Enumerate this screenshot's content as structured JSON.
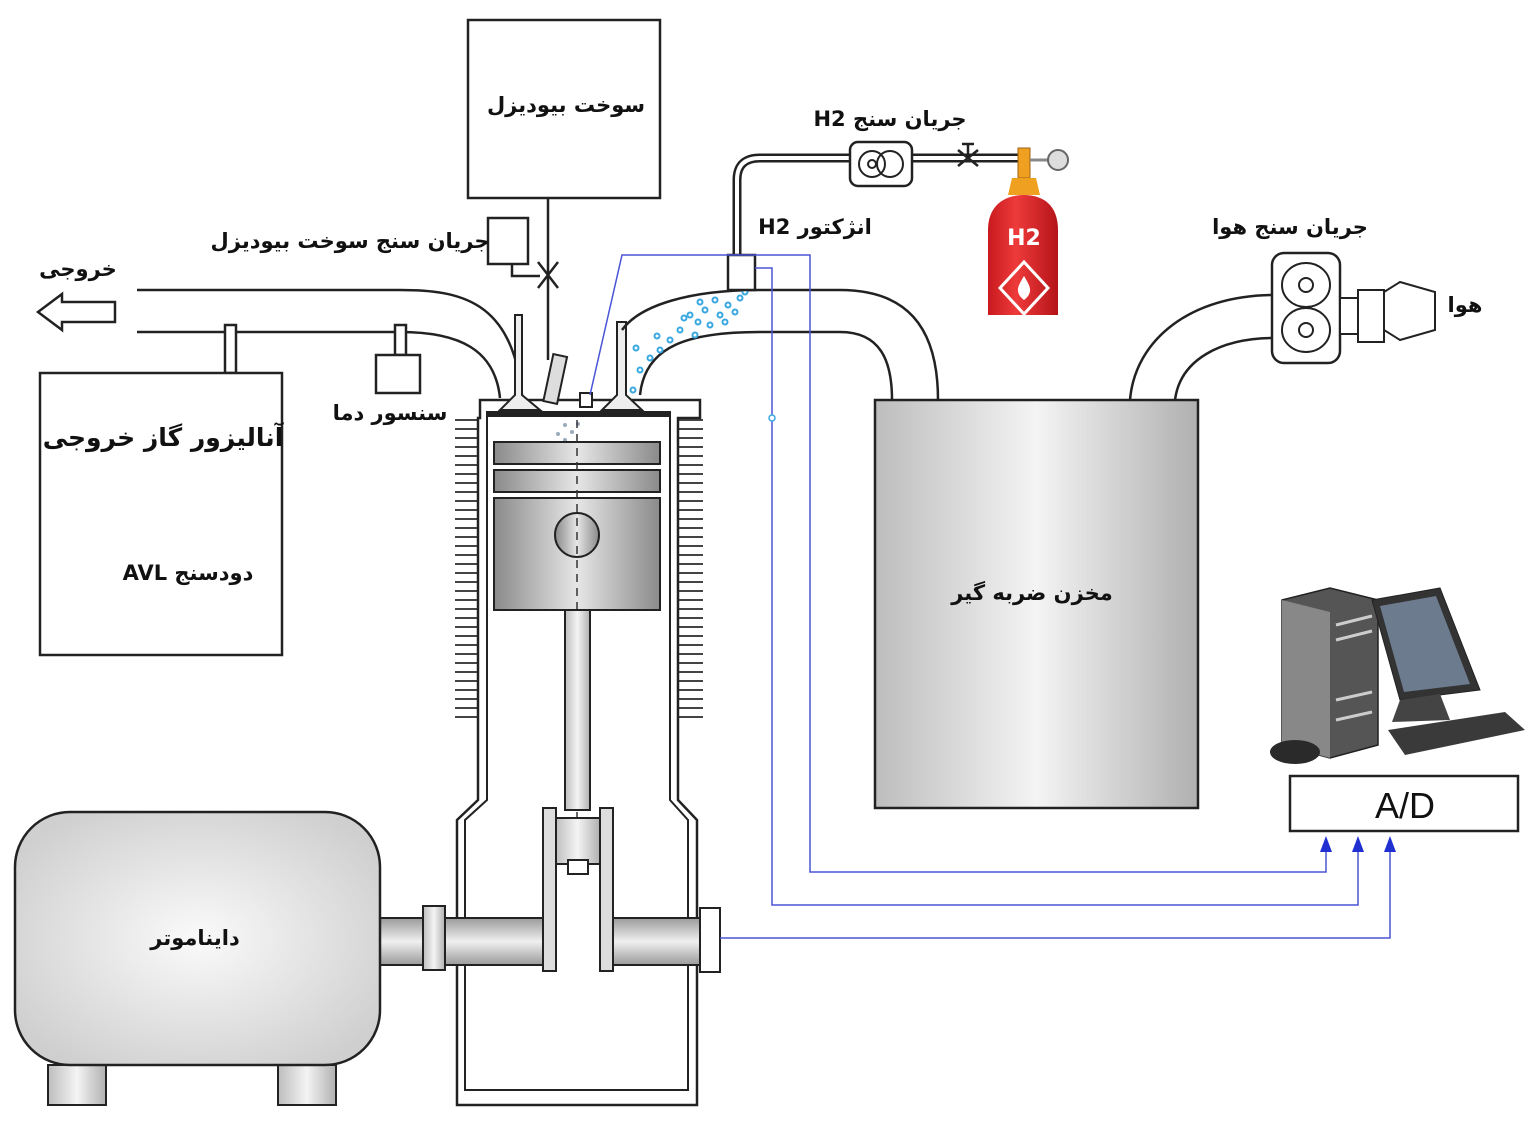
{
  "labels": {
    "biodiesel_tank": "سوخت بیودیزل",
    "biodiesel_flowmeter": "جریان سنج سوخت بیودیزل",
    "exhaust": "خروجی",
    "gas_analyzer": "آنالیزور گاز خروجی",
    "smoke_meter": "دودسنج AVL",
    "temp_sensor": "سنسور دما",
    "h2_flowmeter": "جریان سنج H2",
    "h2_injector": "انژکتور H2",
    "h2_cylinder": "H2",
    "air_flowmeter": "جریان سنج هوا",
    "air": "هوا",
    "surge_tank": "مخزن ضربه گیر",
    "ad_converter": "A/D",
    "dynamometer": "دایناموتر"
  },
  "colors": {
    "signal_line": "#4a55d6",
    "h2_cylinder": "#e0262b",
    "regulator": "#f0a020",
    "h2_spray": "#3aa8e0"
  }
}
